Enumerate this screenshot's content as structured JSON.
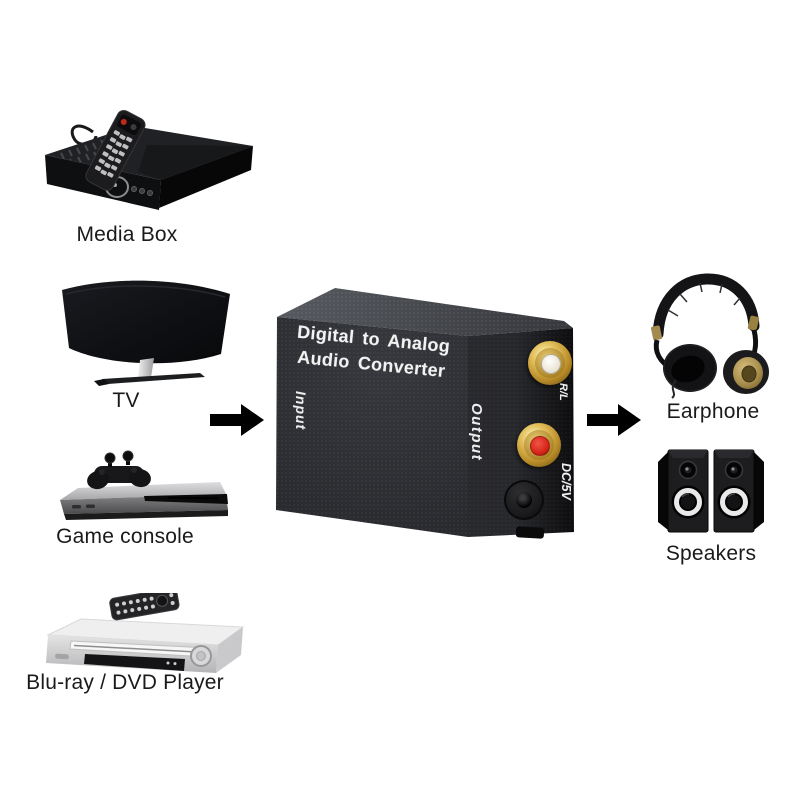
{
  "page": {
    "background": "#ffffff",
    "text_color": "#1a1a1a"
  },
  "flow": {
    "arrow_icon": "black-right-arrow",
    "arrow_color": "#000000",
    "sources": [
      {
        "id": "media-box",
        "label": "Media Box"
      },
      {
        "id": "tv",
        "label": "TV"
      },
      {
        "id": "game-console",
        "label": "Game console"
      },
      {
        "id": "blu-ray-dvd-player",
        "label": "Blu-ray / DVD Player"
      }
    ],
    "sinks": [
      {
        "id": "earphone",
        "label": "Earphone"
      },
      {
        "id": "speakers",
        "label": "Speakers"
      }
    ]
  },
  "converter": {
    "title_line1": "Digital to Analog",
    "title_line2": "Audio Converter",
    "input_label": "Input",
    "output_label": "Output",
    "channel_label": "R/L",
    "power_label": "DC/5V",
    "body_color": "#27282c",
    "gold_color": "#c9a23c",
    "jacks": [
      {
        "name": "rca-white",
        "color": "#f1ebdf"
      },
      {
        "name": "rca-red",
        "color": "#d8261b"
      },
      {
        "name": "dc-power",
        "color": "#141414"
      }
    ]
  }
}
